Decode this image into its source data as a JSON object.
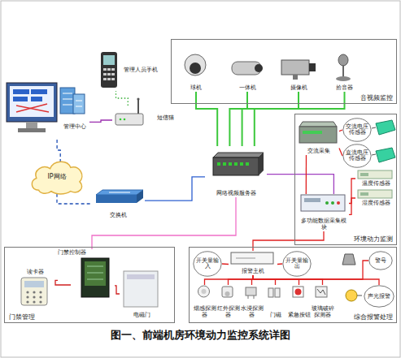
{
  "diagram": {
    "caption": "图一、前端机房环境动力监控系统详图",
    "nodes": [
      {
        "text": [
          "管理中心"
        ]
      },
      {
        "text": [
          "管理人员手机"
        ]
      },
      {
        "text": [
          "短信猫"
        ]
      },
      {
        "text": [
          "IP网络"
        ]
      },
      {
        "text": [
          "交换机"
        ]
      },
      {
        "text": [
          "音视频监控"
        ]
      },
      {
        "text": [
          "球机"
        ],
        "in": 5
      },
      {
        "text": [
          "一体机"
        ],
        "in": 5
      },
      {
        "text": [
          "摄像机"
        ],
        "in": 5
      },
      {
        "text": [
          "拾音器"
        ],
        "in": 5
      },
      {
        "text": [
          "网络视频服务器"
        ]
      },
      {
        "text": [
          "环境动力监测"
        ]
      },
      {
        "text": [
          "交流采集"
        ],
        "in": 11
      },
      {
        "text": [
          "交流电压传感器"
        ],
        "in": 11
      },
      {
        "text": [
          "直流电压传感器"
        ],
        "in": 11
      },
      {
        "text": [
          "温度传感器"
        ],
        "in": 11
      },
      {
        "text": [
          "湿度传感器"
        ],
        "in": 11
      },
      {
        "text": [
          "多功能数据采集模块"
        ],
        "in": 11
      },
      {
        "text": [
          "门禁管理"
        ]
      },
      {
        "text": [
          "门禁控制器"
        ],
        "in": 18
      },
      {
        "text": [
          "读卡器"
        ],
        "in": 18
      },
      {
        "text": [
          "电磁门"
        ],
        "in": 18
      },
      {
        "text": [
          "综合报警处理"
        ]
      },
      {
        "text": [
          "开关量输入"
        ],
        "in": 22
      },
      {
        "text": [
          "报警主机"
        ],
        "in": 22
      },
      {
        "text": [
          "开关量输出"
        ],
        "in": 22
      },
      {
        "text": [
          "警号"
        ],
        "in": 22
      },
      {
        "text": [
          "烟感探测器"
        ],
        "in": 22
      },
      {
        "text": [
          "红外探测器"
        ],
        "in": 22
      },
      {
        "text": [
          "水浸探测器"
        ],
        "in": 22
      },
      {
        "text": [
          "门磁"
        ],
        "in": 22
      },
      {
        "text": [
          "紧急按钮"
        ],
        "in": 22
      },
      {
        "text": [
          "玻璃破碎探测器"
        ],
        "in": 22
      },
      {
        "text": [
          "声光报警"
        ],
        "in": 22
      }
    ],
    "edges": [
      {
        "from": 0,
        "to": 3,
        "arrow": "none"
      },
      {
        "from": 0,
        "to": 2,
        "arrow": "none"
      },
      {
        "from": 2,
        "to": 1,
        "arrow": "none"
      },
      {
        "from": 3,
        "to": 4,
        "arrow": "none"
      },
      {
        "from": 4,
        "to": 10,
        "arrow": "none"
      },
      {
        "from": 10,
        "to": 6,
        "arrow": "none"
      },
      {
        "from": 10,
        "to": 7,
        "arrow": "none"
      },
      {
        "from": 10,
        "to": 8,
        "arrow": "none"
      },
      {
        "from": 10,
        "to": 9,
        "arrow": "none"
      },
      {
        "from": 10,
        "to": 17,
        "arrow": "none"
      },
      {
        "from": 10,
        "to": 19,
        "arrow": "none"
      },
      {
        "from": 17,
        "to": 12,
        "arrow": "none"
      },
      {
        "from": 12,
        "to": 13,
        "arrow": "none"
      },
      {
        "from": 12,
        "to": 14,
        "arrow": "none"
      },
      {
        "from": 17,
        "to": 15,
        "arrow": "none"
      },
      {
        "from": 17,
        "to": 16,
        "arrow": "none"
      },
      {
        "from": 17,
        "to": 24,
        "arrow": "none"
      },
      {
        "from": 24,
        "to": 23,
        "arrow": "none"
      },
      {
        "from": 24,
        "to": 25,
        "arrow": "none"
      },
      {
        "from": 24,
        "to": 26,
        "arrow": "none"
      },
      {
        "from": 24,
        "to": 33,
        "arrow": "none"
      },
      {
        "from": 24,
        "to": 27,
        "arrow": "none"
      },
      {
        "from": 24,
        "to": 28,
        "arrow": "none"
      },
      {
        "from": 24,
        "to": 29,
        "arrow": "none"
      },
      {
        "from": 24,
        "to": 30,
        "arrow": "none"
      },
      {
        "from": 24,
        "to": 31,
        "arrow": "none"
      },
      {
        "from": 24,
        "to": 32,
        "arrow": "none"
      },
      {
        "from": 19,
        "to": 20,
        "arrow": "none"
      },
      {
        "from": 19,
        "to": 21,
        "arrow": "none"
      }
    ]
  }
}
